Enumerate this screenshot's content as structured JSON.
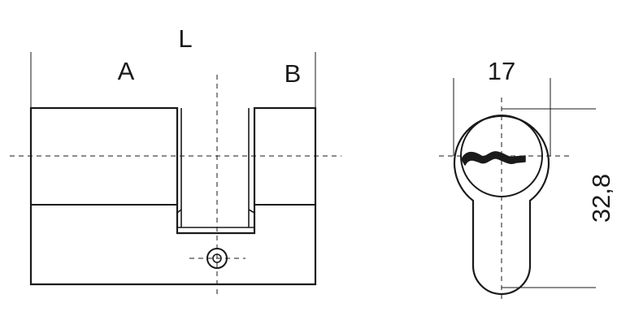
{
  "side_view": {
    "label_total": "L",
    "label_left": "A",
    "label_right": "B"
  },
  "front_view": {
    "label_width": "17",
    "label_height": "32,8"
  },
  "colors": {
    "line": "#1a1a1a",
    "background": "#ffffff"
  }
}
